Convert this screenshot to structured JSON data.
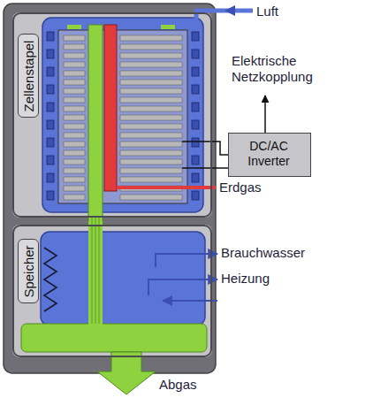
{
  "diagram": {
    "nodes": [
      {
        "text": [
          "Zellenstapel"
        ]
      },
      {
        "text": [
          "Speicher"
        ]
      },
      {
        "text": [
          "DC/AC Inverter"
        ]
      }
    ],
    "edges": [
      {
        "from": 0,
        "to": 2,
        "arrow": "none"
      }
    ],
    "labels": [
      "Luft",
      "Elektrische Netzkopplung",
      "Erdgas",
      "Brauchwasser",
      "Heizung",
      "Abgas"
    ]
  }
}
